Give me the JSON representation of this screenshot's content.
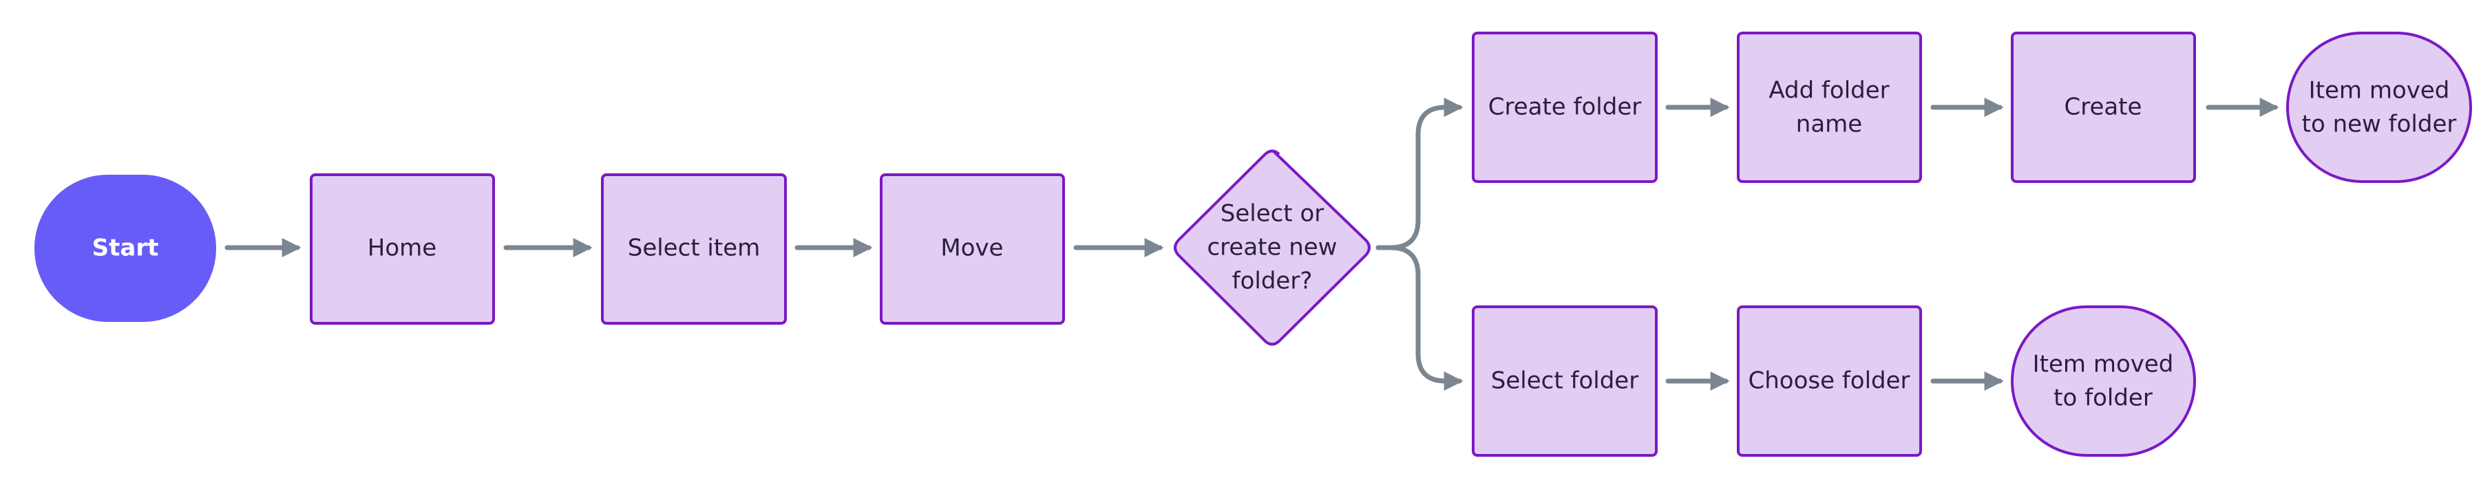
{
  "colors": {
    "node_fill": "#e2cdf3",
    "node_stroke": "#7a19c4",
    "start_fill": "#675cf7",
    "start_text": "#ffffff",
    "text": "#2a1f3d",
    "connector": "#7b8691"
  },
  "nodes": {
    "start": {
      "label": "Start"
    },
    "home": {
      "label": "Home"
    },
    "select_item": {
      "label": "Select item"
    },
    "move": {
      "label": "Move"
    },
    "decision": {
      "lines": [
        "Select or",
        "create new",
        "folder?"
      ]
    },
    "create_folder": {
      "label": "Create folder"
    },
    "add_folder_name": {
      "lines": [
        "Add folder",
        "name"
      ]
    },
    "create": {
      "label": "Create"
    },
    "item_moved_new": {
      "lines": [
        "Item moved",
        "to new folder"
      ]
    },
    "select_folder": {
      "label": "Select folder"
    },
    "choose_folder": {
      "label": "Choose folder"
    },
    "item_moved": {
      "lines": [
        "Item moved",
        "to folder"
      ]
    }
  }
}
